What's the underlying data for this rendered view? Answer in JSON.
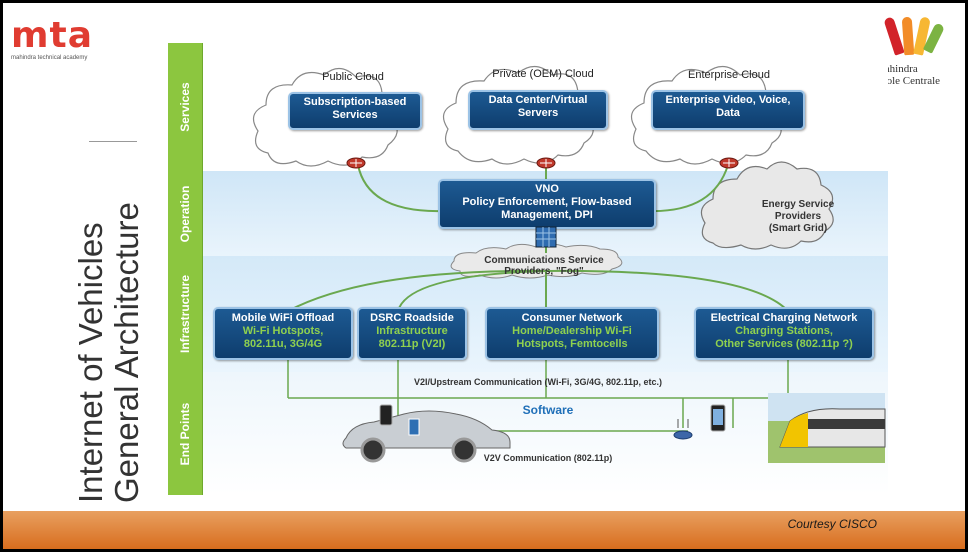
{
  "logo_left": {
    "mark": "mta",
    "subtitle": "mahindra technical academy"
  },
  "logo_right": {
    "line1": "Mahindra",
    "line2": "École Centrale"
  },
  "title": {
    "line1": "Internet of Vehicles",
    "line2": "General Architecture"
  },
  "layers": {
    "services": "Services",
    "operation": "Operation",
    "infrastructure": "Infrastructure",
    "endpoints": "End Points"
  },
  "clouds": [
    {
      "title": "Public Cloud",
      "box": "Subscription-based Services"
    },
    {
      "title": "Private (OEM) Cloud",
      "box": "Data Center/Virtual Servers"
    },
    {
      "title": "Enterprise Cloud",
      "box": "Enterprise Video, Voice, Data"
    }
  ],
  "vno": {
    "title": "VNO",
    "line1": "Policy Enforcement, Flow-based",
    "line2": "Management, DPI"
  },
  "energy": {
    "line1": "Energy Service",
    "line2": "Providers",
    "line3": "(Smart Grid)"
  },
  "fog": {
    "line1": "Communications Service",
    "line2": "Providers, \"Fog\""
  },
  "infra_boxes": [
    {
      "title": "Mobile WiFi Offload",
      "sub1": "Wi-Fi Hotspots,",
      "sub2": "802.11u, 3G/4G"
    },
    {
      "title": "DSRC Roadside",
      "sub1": "Infrastructure",
      "sub2": "802.11p (V2I)"
    },
    {
      "title": "Consumer Network",
      "sub1": "Home/Dealership Wi-Fi",
      "sub2": "Hotspots, Femtocells"
    },
    {
      "title": "Electrical Charging Network",
      "sub1": "Charging Stations,",
      "sub2": "Other Services (802.11p ?)"
    }
  ],
  "v2i": "V2I/Upstream Communication (Wi-Fi, 3G/4G, 802.11p, etc.)",
  "software": "Software",
  "v2v": "V2V Communication (802.11p)",
  "courtesy": "Courtesy CISCO",
  "colors": {
    "accent_green": "#8cc63f",
    "box_blue": "#0e3d6d",
    "sub_green": "#8fd14f",
    "footer": "#d86d1e"
  }
}
